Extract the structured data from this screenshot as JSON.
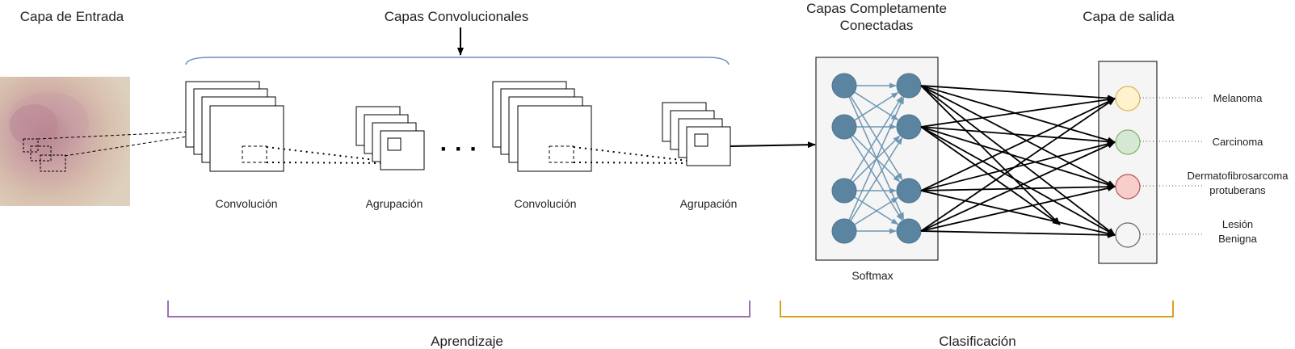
{
  "headers": {
    "input": "Capa de Entrada",
    "conv": "Capas Convolucionales",
    "fc_line1": "Capas Completamente",
    "fc_line2": "Conectadas",
    "output": "Capa de salida"
  },
  "stages": {
    "conv1": "Convolución",
    "pool1": "Agrupación",
    "ellipsis": "· · ·",
    "conv2": "Convolución",
    "pool2": "Agrupación"
  },
  "fc": {
    "softmax": "Softmax"
  },
  "outputs": [
    {
      "line1": "Melanoma",
      "line2": "",
      "color": "#fff2cc",
      "stroke": "#d6b656"
    },
    {
      "line1": "Carcinoma",
      "line2": "",
      "color": "#d5e8d4",
      "stroke": "#82b366"
    },
    {
      "line1": "Dermatofibrosarcoma",
      "line2": "protuberans",
      "color": "#f8cecc",
      "stroke": "#b85450"
    },
    {
      "line1": "Lesión",
      "line2": "Benigna",
      "color": "#f5f5f5",
      "stroke": "#666666"
    }
  ],
  "groups": {
    "learning": "Aprendizaje",
    "classification": "Clasificación"
  },
  "colors": {
    "node": "#5b84a0",
    "node_edge": "#6f97b3",
    "learning_bracket": "#9f6fb1",
    "classification_bracket": "#d9a11c",
    "conv_brace": "#6c8ebf"
  }
}
